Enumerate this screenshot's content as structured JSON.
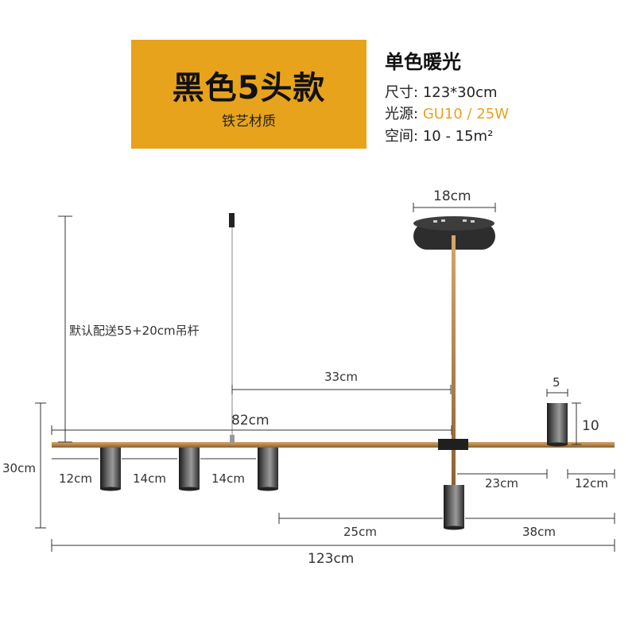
{
  "header": {
    "title": "黑色5头款",
    "subtitle": "铁艺材质",
    "spec_title": "单色暖光",
    "specs": [
      {
        "label": "尺寸:",
        "value": "123*30cm"
      },
      {
        "label": "光源:",
        "value": "GU10 / 25W"
      },
      {
        "label": "空间:",
        "value": "10 - 15m²"
      }
    ]
  },
  "dimensions": {
    "canopy": "18cm",
    "rod": "默认配送55+20cm吊杆",
    "wire_to_stem": "33cm",
    "bar_left": "82cm",
    "height_total": "30cm",
    "spot_width": "5",
    "spot_height": "10",
    "gap1": "12cm",
    "gap2": "14cm",
    "gap3": "14cm",
    "right_gap1": "23cm",
    "right_gap2": "12cm",
    "lower_left": "25cm",
    "lower_right": "38cm",
    "total_length": "123cm"
  },
  "colors": {
    "accent": "#e8a31c",
    "bar": "#b8864a",
    "metal": "#3a3a3a"
  }
}
